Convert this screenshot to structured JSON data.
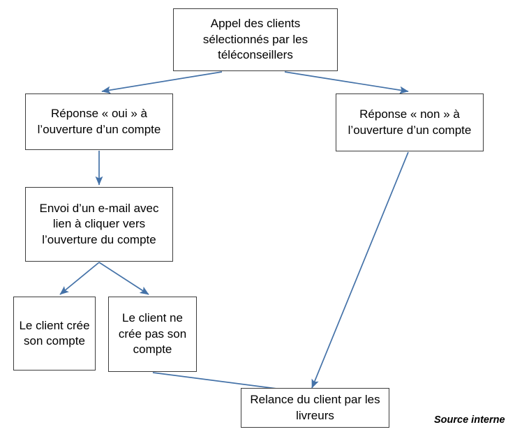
{
  "diagram": {
    "type": "flowchart",
    "title": "",
    "accent_color": "#4472a8",
    "box_border_color": "#3c3c3c",
    "background_color": "#ffffff",
    "nodes": [
      {
        "id": "appel",
        "label": "Appel des clients sélectionnés par les téléconseillers",
        "lines": [
          "Appel des clients",
          "sélectionnés par les",
          "téléconseillers"
        ]
      },
      {
        "id": "oui",
        "label": "Réponse « oui » à l’ouverture d’un compte",
        "lines": [
          "Réponse « oui » à",
          "l’ouverture d’un",
          "compte"
        ]
      },
      {
        "id": "non",
        "label": "Réponse « non » à l’ouverture d’un compte",
        "lines": [
          "Réponse « non » à",
          "l’ouverture d’un",
          "compte"
        ]
      },
      {
        "id": "envoi",
        "label": "Envoi d’un e-mail avec lien à cliquer vers l’ouverture du compte",
        "lines": [
          "Envoi d’un e-mail",
          "avec lien à cliquer",
          "vers l’ouverture du",
          "compte"
        ]
      },
      {
        "id": "cree",
        "label": "Le client crée son compte",
        "lines": [
          "Le client",
          "crée son",
          "compte"
        ]
      },
      {
        "id": "necree",
        "label": "Le client ne crée pas son compte",
        "lines": [
          "Le client",
          "ne crée",
          "pas son",
          "compte"
        ]
      },
      {
        "id": "relance",
        "label": "Relance du client par les livreurs",
        "lines": [
          "Relance du client",
          "par les livreurs"
        ]
      }
    ],
    "edges": [
      {
        "from": "appel",
        "to": "oui"
      },
      {
        "from": "appel",
        "to": "non"
      },
      {
        "from": "oui",
        "to": "envoi"
      },
      {
        "from": "envoi",
        "to": "cree"
      },
      {
        "from": "envoi",
        "to": "necree"
      },
      {
        "from": "necree",
        "to": "relance"
      },
      {
        "from": "non",
        "to": "relance"
      }
    ]
  },
  "footer": {
    "source_note": "Source interne"
  }
}
